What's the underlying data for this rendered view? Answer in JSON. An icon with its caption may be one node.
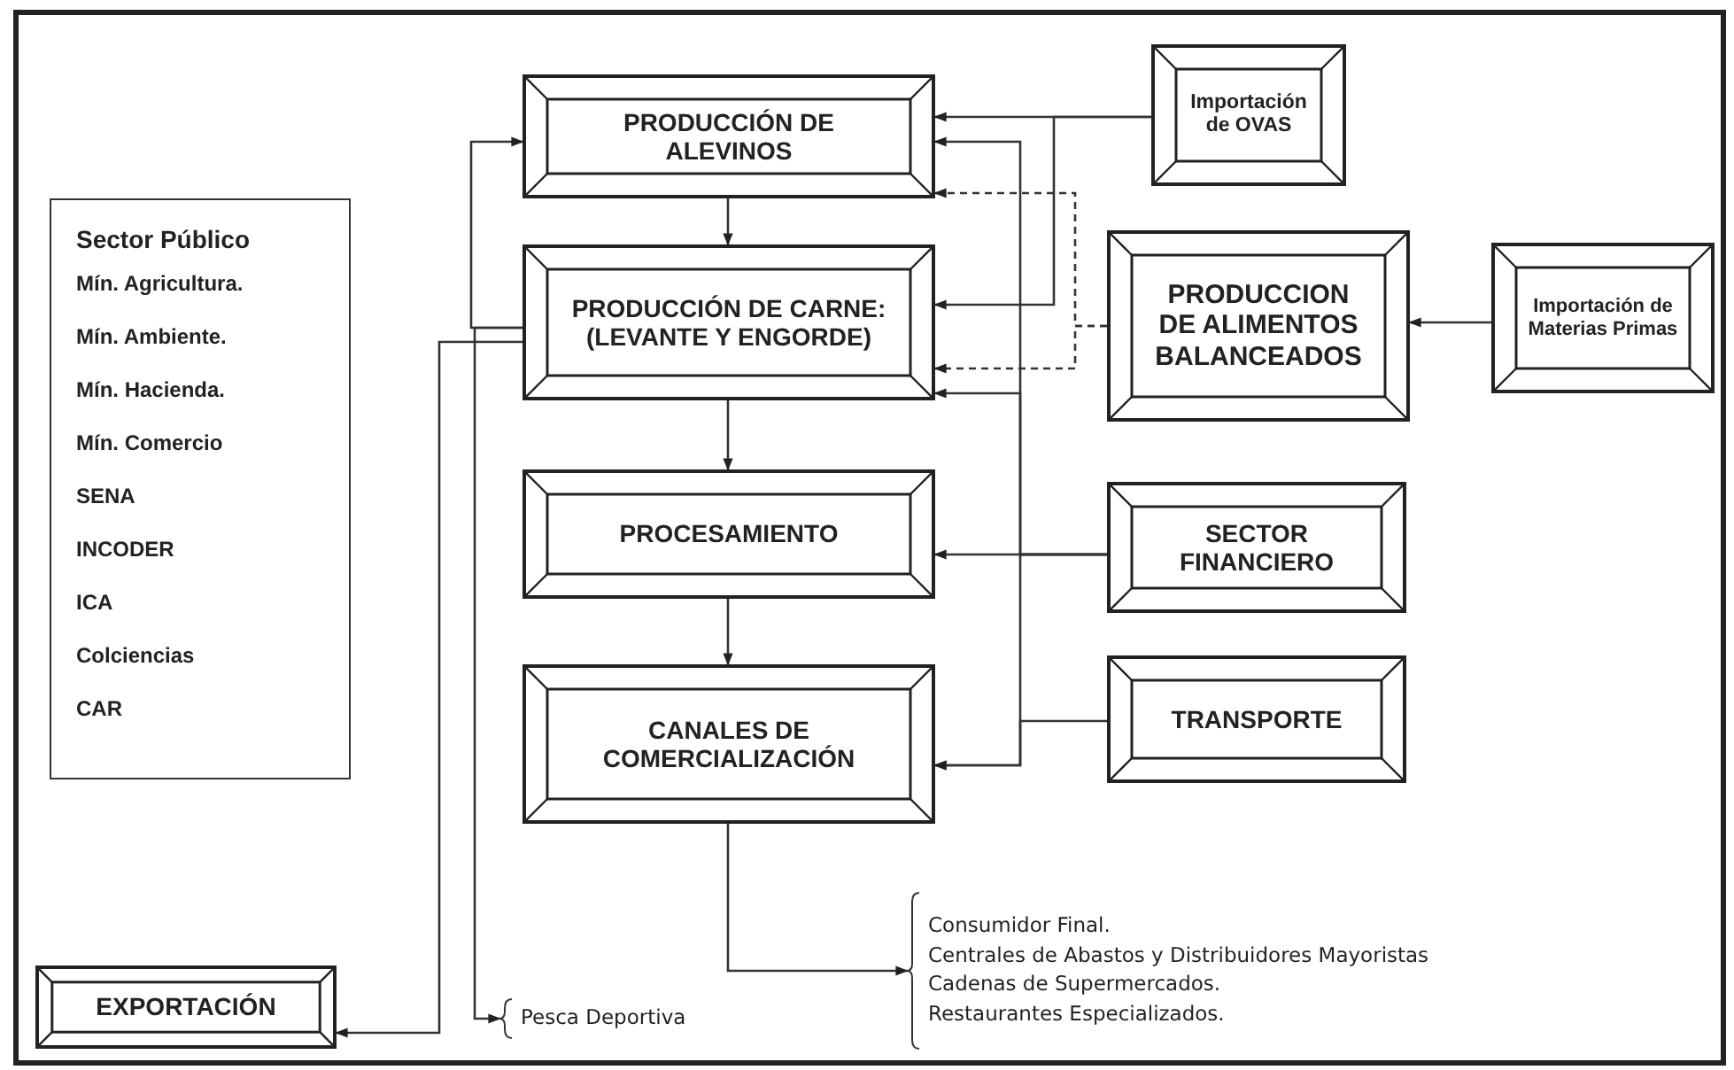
{
  "diagram": {
    "nodes": [
      {
        "text": [
          "Importación de OVAS"
        ]
      },
      {
        "text": [
          "PRODUCCIÓN DE ALEVINOS"
        ]
      },
      {
        "text": [
          "Sector Público",
          "Mín. Agricultura.",
          "Mín. Ambiente.",
          "Mín. Hacienda.",
          "Mín. Comercio",
          "SENA",
          "INCODER",
          "ICA",
          "Colciencias",
          "CAR"
        ]
      },
      {
        "text": [
          "PRODUCCIÓN DE CARNE: (LEVANTE Y ENGORDE)"
        ]
      },
      {
        "text": [
          "PRODUCCION DE ALIMENTOS BALANCEADOS"
        ]
      },
      {
        "text": [
          "Importación de Materias Primas"
        ]
      },
      {
        "text": [
          "PROCESAMIENTO"
        ]
      },
      {
        "text": [
          "SECTOR FINANCIERO"
        ]
      },
      {
        "text": [
          "CANALES DE COMERCIALIZACIÓN"
        ]
      },
      {
        "text": [
          "TRANSPORTE"
        ]
      },
      {
        "text": [
          "EXPORTACIÓN"
        ]
      },
      {
        "text": [
          "Pesca Deportiva"
        ]
      },
      {
        "text": [
          "Consumidor Final.",
          "Centrales de Abastos y Distribuidores Mayoristas",
          "Cadenas de Supermercados.",
          "Restaurantes Especializados."
        ]
      }
    ],
    "edges": [
      {
        "from": 0,
        "to": 1,
        "arrow": "to"
      },
      {
        "from": 0,
        "to": 3,
        "arrow": "to"
      },
      {
        "from": 1,
        "to": 3,
        "arrow": "to"
      },
      {
        "from": 7,
        "to": 1,
        "arrow": "to"
      },
      {
        "from": 7,
        "to": 3,
        "arrow": "to"
      },
      {
        "from": 7,
        "to": 6,
        "arrow": "to"
      },
      {
        "from": 7,
        "to": 8,
        "arrow": "to"
      },
      {
        "from": 9,
        "to": 8,
        "arrow": "to"
      },
      {
        "from": 4,
        "to": 1,
        "arrow": "to",
        "style": "dashed"
      },
      {
        "from": 4,
        "to": 3,
        "arrow": "to",
        "style": "dashed"
      },
      {
        "from": 5,
        "to": 4,
        "arrow": "to"
      },
      {
        "from": 3,
        "to": 6,
        "arrow": "to"
      },
      {
        "from": 6,
        "to": 8,
        "arrow": "to"
      },
      {
        "from": 3,
        "to": 1,
        "arrow": "to"
      },
      {
        "from": 3,
        "to": 10,
        "arrow": "to"
      },
      {
        "from": 3,
        "to": 11,
        "arrow": "to"
      },
      {
        "from": 8,
        "to": 12,
        "arrow": "to"
      }
    ]
  }
}
